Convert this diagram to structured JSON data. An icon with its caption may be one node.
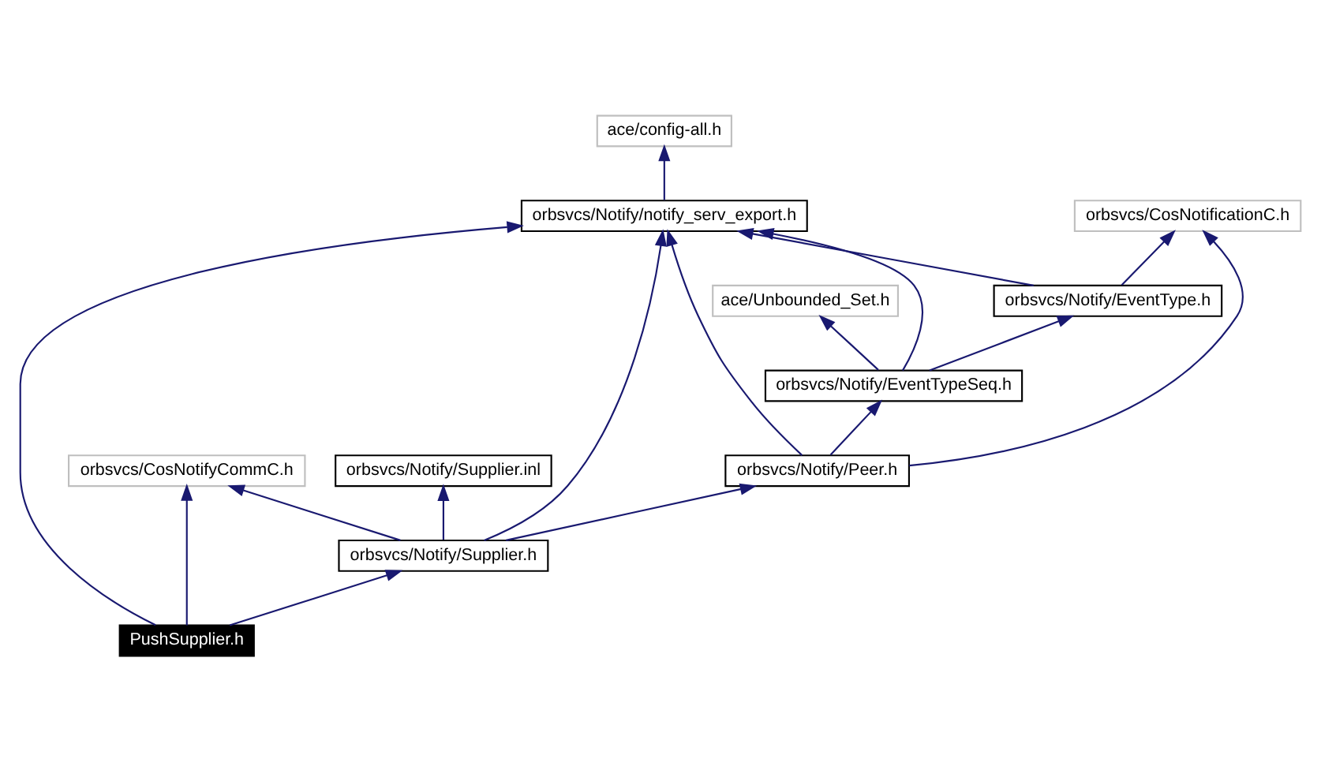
{
  "diagram": {
    "nodes": [
      {
        "text": [
          "ace/config-all.h"
        ]
      },
      {
        "text": [
          "orbsvcs/CosNotificationC.h"
        ]
      },
      {
        "text": [
          "orbsvcs/Notify/notify_serv_export.h"
        ]
      },
      {
        "text": [
          "orbsvcs/Notify/EventType.h"
        ]
      },
      {
        "text": [
          "ace/Unbounded_Set.h"
        ]
      },
      {
        "text": [
          "orbsvcs/Notify/EventTypeSeq.h"
        ]
      },
      {
        "text": [
          "orbsvcs/CosNotifyCommC.h"
        ]
      },
      {
        "text": [
          "orbsvcs/Notify/Peer.h"
        ]
      },
      {
        "text": [
          "orbsvcs/Notify/Supplier.inl"
        ]
      },
      {
        "text": [
          "orbsvcs/Notify/Supplier.h"
        ]
      },
      {
        "text": [
          "PushSupplier.h"
        ]
      }
    ],
    "edges": [
      {
        "from": 2,
        "to": 0,
        "arrow": "to"
      },
      {
        "from": 3,
        "to": 1,
        "arrow": "to"
      },
      {
        "from": 3,
        "to": 2,
        "arrow": "to"
      },
      {
        "from": 5,
        "to": 3,
        "arrow": "to"
      },
      {
        "from": 5,
        "to": 2,
        "arrow": "to"
      },
      {
        "from": 5,
        "to": 4,
        "arrow": "to"
      },
      {
        "from": 7,
        "to": 1,
        "arrow": "to"
      },
      {
        "from": 7,
        "to": 2,
        "arrow": "to"
      },
      {
        "from": 7,
        "to": 5,
        "arrow": "to"
      },
      {
        "from": 9,
        "to": 6,
        "arrow": "to"
      },
      {
        "from": 9,
        "to": 7,
        "arrow": "to"
      },
      {
        "from": 9,
        "to": 2,
        "arrow": "to"
      },
      {
        "from": 9,
        "to": 8,
        "arrow": "to"
      },
      {
        "from": 10,
        "to": 6,
        "arrow": "to"
      },
      {
        "from": 10,
        "to": 9,
        "arrow": "to"
      },
      {
        "from": 10,
        "to": 2,
        "arrow": "to"
      }
    ]
  }
}
